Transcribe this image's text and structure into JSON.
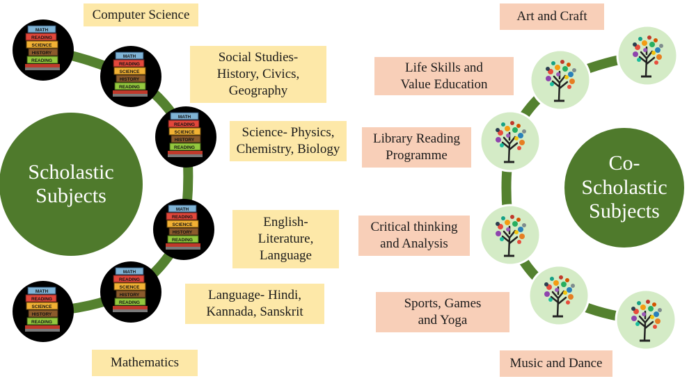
{
  "colors": {
    "connector": "#54812f",
    "hub": "#4f7a2c",
    "scholastic_label_bg": "#fde8a8",
    "co_scholastic_label_bg": "#f8cfb8",
    "scholastic_node_bg": "#000000",
    "co_scholastic_node_bg": "#d4ebc6"
  },
  "icons": {
    "scholastic_node": "book-stack-icon",
    "co_scholastic_node": "tree-icon"
  },
  "book_labels": [
    "MATH",
    "READING",
    "SCIENCE",
    "HISTORY",
    "READING"
  ],
  "scholastic": {
    "title": "Scholastic\nSubjects",
    "items": [
      "Computer Science",
      "Social Studies-\nHistory, Civics,\nGeography",
      "Science- Physics,\nChemistry, Biology",
      "English-\nLiterature,\nLanguage",
      "Language- Hindi,\nKannada, Sanskrit",
      "Mathematics"
    ]
  },
  "co_scholastic": {
    "title": "Co-\nScholastic\nSubjects",
    "items": [
      "Art and Craft",
      "Life Skills and\nValue Education",
      "Library Reading\nProgramme",
      "Critical thinking\nand Analysis",
      "Sports, Games\nand Yoga",
      "Music and Dance"
    ]
  }
}
